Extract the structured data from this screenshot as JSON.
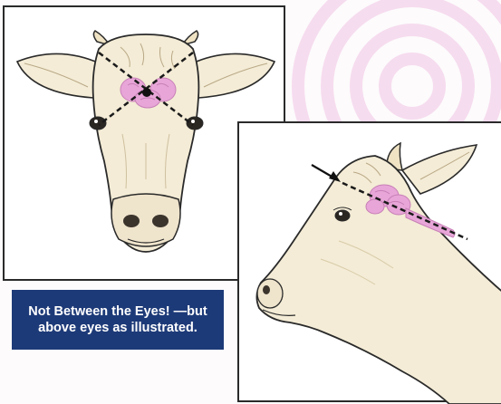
{
  "caption": {
    "line1": "Not Between the Eyes! —but",
    "line2": "above eyes as illustrated."
  },
  "colors": {
    "caption_bg": "#1d3a78",
    "brain_pink": "#e8a6d8",
    "arc_pink": "#f6dcef",
    "cow_fill": "#f4ecd6",
    "outline": "#2a2a2a"
  },
  "icons": [
    "front-cow-head",
    "side-cow-head",
    "brain-icon",
    "arrow-icon"
  ]
}
